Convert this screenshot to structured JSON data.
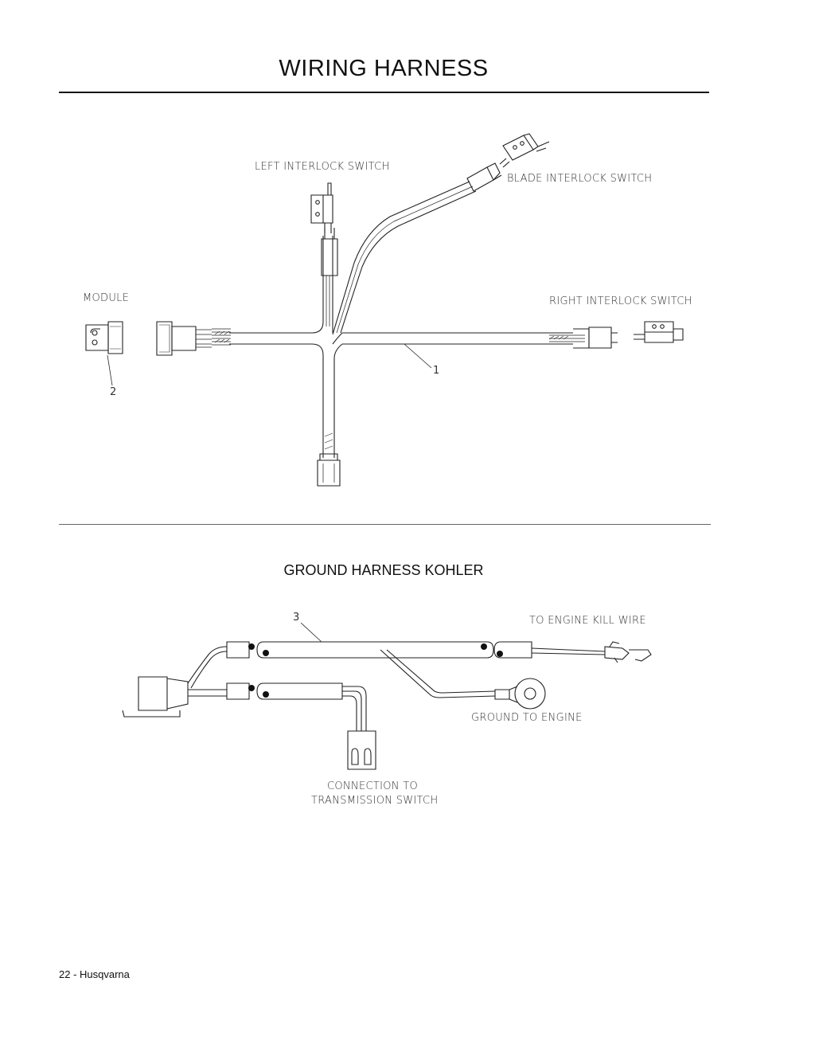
{
  "page": {
    "title": "WIRING HARNESS",
    "section2_title": "GROUND HARNESS KOHLER",
    "footer": "22 - Husqvarna"
  },
  "wiring_harness": {
    "labels": {
      "left_interlock": "LEFT INTERLOCK SWITCH",
      "blade_interlock": "BLADE INTERLOCK SWITCH",
      "module": "MODULE",
      "right_interlock": "RIGHT INTERLOCK SWITCH"
    },
    "callouts": {
      "harness": "1",
      "module": "2"
    }
  },
  "ground_harness": {
    "labels": {
      "engine_kill": "TO ENGINE KILL WIRE",
      "ground_engine": "GROUND TO ENGINE",
      "connection_line1": "CONNECTION TO",
      "connection_line2": "TRANSMISSION SWITCH"
    },
    "callouts": {
      "harness": "3"
    }
  }
}
